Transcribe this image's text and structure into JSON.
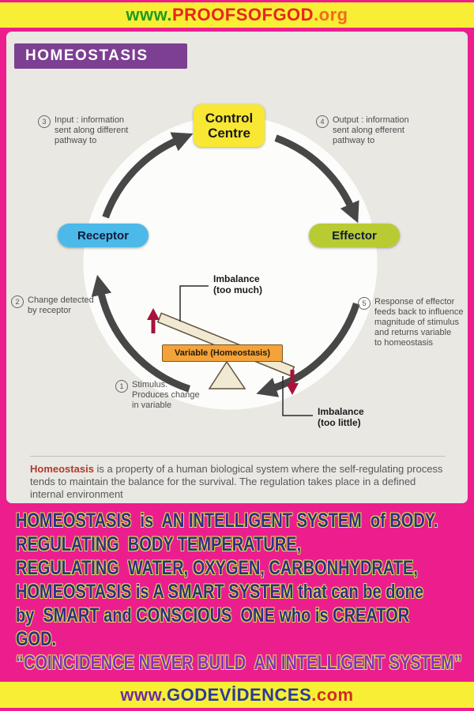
{
  "colors": {
    "page_bg": "#ec1e8e",
    "banner_bg": "#f8ee35",
    "card_bg": "#e9e8e3",
    "header_bg": "#7d3f92",
    "control_centre_bg": "#f8e733",
    "receptor_bg": "#4cb9e9",
    "effector_bg": "#b9cb33",
    "cycle_arrow": "#474747",
    "variable_bar_bg": "#f3a33a",
    "plank_bg": "#f2e9d2",
    "red_arrow": "#a8123a",
    "lead_word": "#b23a2b",
    "message_text": "#312e86",
    "quote_text": "#8b2fc0"
  },
  "top_banner": {
    "prefix": "www.",
    "name": "PROOFSOFGOD",
    "suffix": ".org"
  },
  "title": "HOMEOSTASIS",
  "diagram": {
    "nodes": {
      "control_centre": "Control\nCentre",
      "receptor": "Receptor",
      "effector": "Effector"
    },
    "annotations": [
      {
        "num": "1",
        "text": "Stimulus:\nProduces change\nin variable"
      },
      {
        "num": "2",
        "text": "Change detected\nby receptor"
      },
      {
        "num": "3",
        "text": "Input : information\nsent along different\npathway to"
      },
      {
        "num": "4",
        "text": "Output : information\nsent along efferent\npathway to"
      },
      {
        "num": "5",
        "text": "Response of effector\nfeeds back to influence\nmagnitude of stimulus\nand returns variable\nto homeostasis"
      }
    ],
    "seesaw": {
      "bar_label": "Variable (Homeostasis)",
      "imbalance_high": "Imbalance\n(too much)",
      "imbalance_low": "Imbalance\n(too little)"
    }
  },
  "description": {
    "lead": "Homeostasis",
    "rest": " is a property of a human biological system where the self-regulating process tends to maintain the balance for the survival. The regulation takes place in a defined internal environment"
  },
  "message": {
    "lines": [
      "HOMEOSTASIS  is  AN INTELLIGENT SYSTEM  of BODY.",
      "REGULATING  BODY TEMPERATURE,",
      "REGULATING  WATER, OXYGEN, CARBONHYDRATE,",
      "HOMEOSTASIS is A SMART SYSTEM that can be done",
      "by  SMART and CONSCIOUS  ONE who is CREATOR",
      "GOD."
    ],
    "quote": "“COINCIDENCE NEVER BUILD  AN INTELLIGENT SYSTEM”"
  },
  "bottom_banner": {
    "prefix": "www.",
    "name": "GODEVİDENCES",
    "suffix": ".com"
  }
}
